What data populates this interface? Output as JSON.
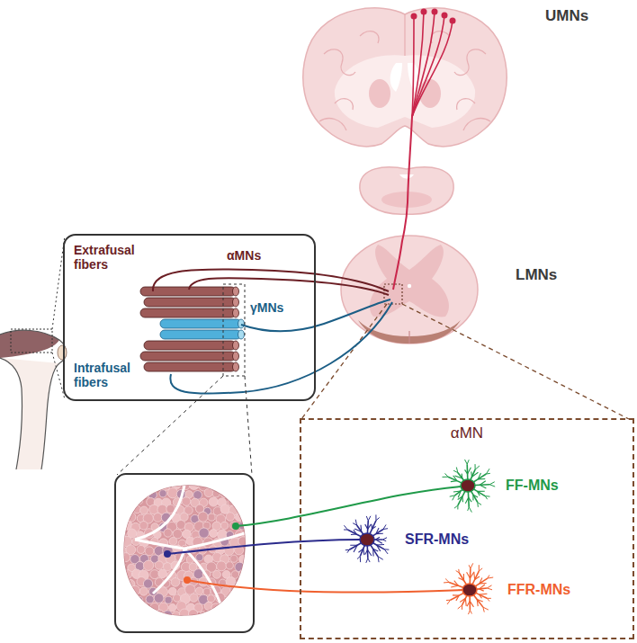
{
  "diagram": {
    "nodes": [
      {
        "text": [
          "Extrafusal fibers",
          "αMNs",
          "γMNs",
          "Intrafusal fibers"
        ]
      },
      {
        "text": [
          "αMN"
        ]
      },
      {
        "text": [
          "FF-MNs"
        ],
        "in": 1
      },
      {
        "text": [
          "SFR-MNs"
        ],
        "in": 1
      },
      {
        "text": [
          "FFR-MNs"
        ],
        "in": 1
      }
    ],
    "labels": [
      "UMNs",
      "LMNs"
    ]
  }
}
